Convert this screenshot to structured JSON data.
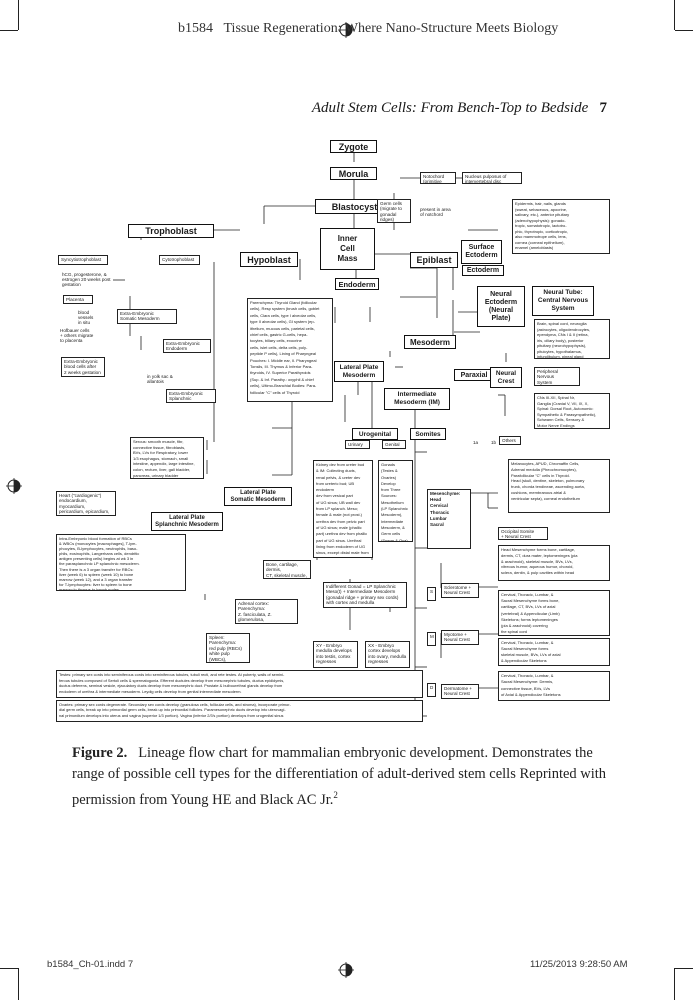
{
  "running_head": {
    "book_code": "b1584",
    "title": "Tissue Regeneration: Where Nano-Structure Meets Biology"
  },
  "page_header": {
    "chapter_title": "Adult Stem Cells: From Bench-Top to Bedside",
    "page_number": "7"
  },
  "diagram": {
    "zygote": "Zygote",
    "morula": "Morula",
    "blastocyst": "Blastocyst",
    "trophoblast": "Trophoblast",
    "inner_cell_mass": "Inner\nCell\nMass",
    "epiblast": "Epiblast",
    "hypoblast": "Hypoblast",
    "endoderm": "Endoderm",
    "ectoderm": "Ectoderm",
    "surface_ectoderm": "Surface\nEctoderm",
    "neural_ectoderm": "Neural\nEctoderm\n(Neural\nPlate)",
    "neural_tube": "Neural Tube:\nCentral Nervous\nSystem",
    "mesoderm": "Mesoderm",
    "paraxial": "Paraxial",
    "lateral_plate_mesoderm": "Lateral Plate\nMesoderm",
    "intermediate_mesoderm": "Intermediate\nMesoderm (IM)",
    "neural_crest": "Neural\nCrest",
    "urogenital": "Urogenital",
    "somites": "Somites",
    "lateral_plate_somatic": "Lateral Plate\nSomatic Mesoderm",
    "lateral_plate_splanchnic": "Lateral Plate\nSplanchnic Mesoderm",
    "syncytiotrophoblast": "Syncytiotrophoblast",
    "cytotrophoblast": "Cytotrophoblast",
    "hcg_text": "hCG, progesterone, &\nestrogen 20 weeks post\ngestation",
    "placenta": "Placenta",
    "blood_vessels": "blood\nvessels\nin situ",
    "extra_embryonic_somatic": "Extra-Embryonic\nSomatic Mesoderm",
    "hofbauer": "Hofbauer cells\n+ others migrate\nto placenta",
    "extra_embryonic_endoderm": "Extra-Embryonic\nEndoderm",
    "extra_blood_cells": "Extra-Embryonic\nblood cells after\n2 weeks gestation",
    "yolk_sac": "in yolk sac &\nallantois",
    "extra_splanchnic": "Extra-Embryonic\nSplanchnic Mesoderm",
    "notochord": "Notochord\n(primitive node)",
    "nucleus_pulposus": "Nucleus pulposus of\nintervertebral disc",
    "germ_cells": "Germ cells\n(migrate to\ngonadal\nridges)",
    "present_in_area": "present in area\nof notchord",
    "epidermis": "Epidermis, hair, nails, glands\n(sweat, sebaceous, apocrine,\nsalivary, etc.), anterior pituitary\n(adenohypophysis): gonado-\ntropic, somatotropic, lactotro-\nphic, thyrotropic, corticotropic,\nalso mammotrope cells, lens,\ncornea (corneal epithelium),\nenamel (ameloblasts)",
    "endoderm_text": "Parenchyma: Thyroid Gland (follicular\ncells), Resp system (brush cells, goblet\ncells, Clara cells, type I alveolar cells,\ntype II alveolar cells), GI system (ep-\nithelium, mucous cells, parietal cells,\nchief cells, gastric G-cells, hepa-\ntocytes, biliary cells, exocrine\ncells, islet cells, delta cells, poly-\npeptide P cells), Lining of Pharyngeal\nPouches: I. Middle ear, II. Pharyngeal\nTonsils, III. Thymus & Inferior Para-\nthyroids, IV. Superior Parathyroids\n(Sup. & Inf. Parathy.: oxyphil & chief\ncells), Ultimo-Branchial Bodies: Para-\nfollicular \"C\" cells of Thyroid",
    "neural_tube_text": "Brain, spinal cord, neuroglia\n(astrocytes, oligodendrocytes,\nependyma, CNs I & II (retina,\niris, ciliary body), posterior\npituitary (neurohypophysis),\npituicytes, hypothalamus,\ninfundibulum, pineal gland",
    "peripheral_ns": "Peripheral\nNervous\nSystem",
    "cns_text": "CNs III-XII, Spinal Nr,\nGanglia (Cranial V, VII, IX, X,\nSpinal: Dorsal Root, Autonomic:\nSympathetic & Parasympathetic),\nSchwann Cells, Sensory &\nMotor Nerve Endings",
    "others": "Others",
    "melanocytes": "Melanocytes, APUD, Chromaffin Cells,\nAdrenal medulla (Pheochromocytes),\nParafollicular \"C\" cells in Thyroid.\nHead (skull, dentine, skeleton, pulmonary\ntrunk, chorda tendineae, ascending aorta,\ncushions, membranous atrial &\nventricular septa), corneal endothelium",
    "serous": "Serous: smooth muscle, fibr,\nconnective tissue, fibroblasts,\nBVs, LVs for Respiratory, lower\n1/3 esophagus, stomach, small\nintestine, appendix, large intestine,\ncolon, rectum, liver, gall bladder,\npancreas, urinary bladder",
    "heart": "Heart (\"cardiogenic\")\nendocardium, myocardium,\npericardium, epicardium,\nendothelium",
    "blood_formation": "Intra-Embryonic blood formation of RBCs\n& WBCs (monocytes [macrophages], T-lym-\nphocytes, B-lymphocytes, neutrophils, baso-\nphils, eosinophils, Langerhans cells, dendritic\nantigen presenting cells) begins at wk 3 in\nthe parasplanchnic LP splanchnic mesoderm.\nThen there is a 3 organ transfer for RBCs:\nliver (week 6) to spleen (week 10) to bone\nmarrow (week 12), and a 3 organ transfer\nfor T-lymphocytes: liver to spleen to bone\nmarrow to thymus to lymph nodes",
    "urinary": "Urinary",
    "genital": "Genital",
    "kidney": "Kidney dev from ureter bud\n& IM: Collecting ducts,\nrenal pelvis, & ureter dev\nfrom ureteric bud; UB endoderm\ndev from vesical part\nof UG sinus; UB wall dev\nfrom LP splanch. Meso;\nfemale & male (not prost.)\nurethra dev from pelvic part\nof UG sinus; male (phallic\npart) urethra dev from phallic\npart of UG sinus. Urethral\nlining from endoderm of UG\nsinus, except distal male from\nurethral plate (surf ectoderm)",
    "gonads": "Gonads\n(Testes &\nOvaries)\nDevelop\nfrom Three\nSources:\nMesothelium\n(LP Splanchnic\nMesoderm),\nIntermediate\nMesoderm, &\nGerm cells\n(Sperm & Ova)",
    "bone_cartilage": "Bone, cartilage, dermis,\nCT, skeletal muscle,\nBVs, LVs of Trunk",
    "indifferent_gonad": "Indifferent Gonad = LP Splanchnic\nMeso(t) + Intermediate Mesoderm\n(gonadal ridge + primary sex cords)\nwith cortex and medulla",
    "adrenal": "Adrenal cortex: Parenchyma:\nZ. fasciculata, Z. glomerulosa,\nZ. reticularis; Stroma: capsule,\nand BVs",
    "spleen": "Spleen: Parenchyma:\nred pulp (RBCs)\nwhite pulp (WBCs),\nStroma: capsule,\ntrabeculae",
    "xy": "XY - Embryo\nmedulla develops\ninto testis, cortex\nregresses",
    "xx": "XX - Embryo\ncortex develops\ninto ovary, medulla\nregresses",
    "testes": "Testes: primary sex cords into seminiferous cords into seminiferous tubules, tubuli recti, and rete testes. At puberty, walls of semini-\nferous tubules composed of Sertoli cells & spermatogonia. Efferent ductules develop from mesonephric tubules, ductus epididymis,\nductus deferens, seminal vesicle, ejaculatory ducts develop from mesonephric duct. Prostate & bulbourethral glands develop from\nendoderm of urethra & intermediate mesoderm. Leydig cells develop from genital intermediate mesoderm.",
    "ovaries": "Ovaries: primary sex cords degenerate. Secondary sex cords develop (granulosa cells, follicular cells, and stroma), incorporate primor-\ndial germ cells, break up into primordial germ cells, break up into primordial follicles. Paramesonephric ducts develop into uterovagi-\nnal primordium develops into uterus and vagina (superior 1/3 portion). Vagina (inferior 2/3's portion) develops from urogenital sinus",
    "head_mesenchyme_box": "Mesenchyme:\nHead\nCervical\nThoracic\nLumbar\nSacral",
    "occipital": "Occipital Somite\n+ Neural Crest",
    "head_mesenchyme_text": "Head Mesenchyme forms bone, cartilage,\ndermis, CT, dura mater, leptomeninges (pia\n& arachnoid), skeletal muscle, BVs, LVs,\nvitreous humor, aqueous humor, choroid,\nsclera, dentin, & pulp cavities within head",
    "sclerotome": "Sclerotome +\nNeural Crest",
    "cervical_1": "Cervical, Thoracic, Lumbar, &\nSacral Mesenchyme forms bone,\ncartilage, CT, BVs, LVs of axial\n(vertebral) & Appendicular (Limb)\nSkeletons; forms leptomeninges\n(pia & arachnoid) covering\nthe spinal cord",
    "myotome": "Myotome +\nNeural Crest",
    "cervical_2": "Cervical, Thoracic, Lumbar, &\nSacral Mesenchyme forms\nskeletal muscle, BVs, LVs of axial\n& Appendicular Skeletons",
    "dermatome": "Dermatome +\nNeural Crest",
    "cervical_3": "Cervical, Thoracic, Lumbar, &\nSacral Mesenchyme: Dermis,\nconnective tissue, BVs, LVs\nof Axial & Appendicular Skeletons",
    "label_s": "S",
    "label_m": "M",
    "label_d": "D",
    "label_1a": "1a",
    "label_1b": "1b"
  },
  "caption": {
    "label": "Figure 2.",
    "text": "Lineage flow chart for mammalian embryonic development. Demonstrates the range of possible cell types for the differentiation of adult-derived stem cells Reprinted with permission from Young HE and Black AC Jr.",
    "superscript": "2"
  },
  "footer": {
    "file": "b1584_Ch-01.indd   7",
    "timestamp": "11/25/2013   9:28:50 AM"
  }
}
